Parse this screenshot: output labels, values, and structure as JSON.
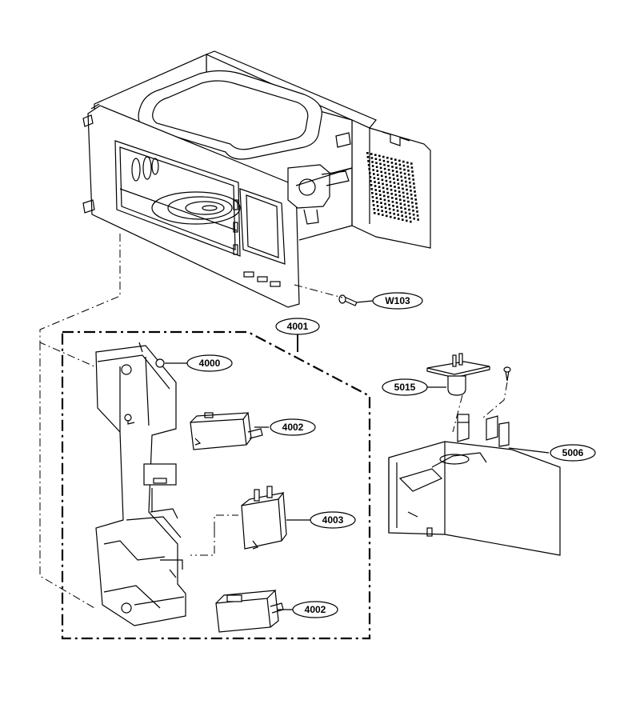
{
  "callouts": {
    "w103": "W103",
    "c4001": "4001",
    "c4000": "4000",
    "c4002a": "4002",
    "c4003": "4003",
    "c4002b": "4002",
    "c5015": "5015",
    "c5006": "5006"
  }
}
